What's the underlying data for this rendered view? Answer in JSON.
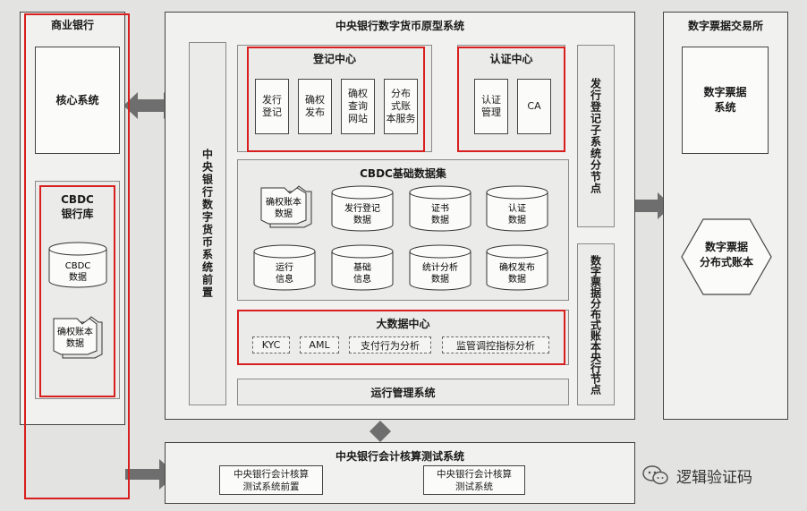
{
  "commercial_bank": {
    "title": "商业银行",
    "core_system": "核心系统",
    "cbdc_bank_db": "CBDC\n银行库",
    "cbdc_data": [
      "CBDC",
      "数据"
    ],
    "rights_ledger": [
      "确权账本",
      "数据"
    ]
  },
  "central_bank": {
    "title": "中央银行数字货币原型系统",
    "frontend": "中央银行数字货币系统前置",
    "registry": {
      "title": "登记中心",
      "items": [
        "发行\n登记",
        "确权\n发布",
        "确权\n查询\n网站",
        "分布\n式账\n本服务"
      ]
    },
    "auth": {
      "title": "认证中心",
      "items": [
        "认证\n管理",
        "CA"
      ]
    },
    "issue_node": "发行登记子系统分节点",
    "cbdc_dataset": {
      "title": "CBDC基础数据集",
      "ledger_doc": [
        "确权账本",
        "数据"
      ],
      "row1": [
        [
          "发行登记",
          "数据"
        ],
        [
          "证书",
          "数据"
        ],
        [
          "认证",
          "数据"
        ]
      ],
      "row2": [
        [
          "运行",
          "信息"
        ],
        [
          "基础",
          "信息"
        ],
        [
          "统计分析",
          "数据"
        ],
        [
          "确权发布",
          "数据"
        ]
      ]
    },
    "bigdata": {
      "title": "大数据中心",
      "items": [
        "KYC",
        "AML",
        "支付行为分析",
        "监管调控指标分析"
      ]
    },
    "ticket_node": "数字票据分布式账本央行节点",
    "ops": "运行管理系统"
  },
  "exchange": {
    "title": "数字票据交易所",
    "system": "数字票据\n系统",
    "ledger": "数字票据\n分布式账本"
  },
  "accounting": {
    "title": "中央银行会计核算测试系统",
    "front": "中央银行会计核算\n测试系统前置",
    "system": "中央银行会计核算\n测试系统"
  },
  "watermark": "逻辑验证码",
  "colors": {
    "highlight": "#d81e1e",
    "border": "#444444",
    "arrow": "#6e6e6e"
  }
}
